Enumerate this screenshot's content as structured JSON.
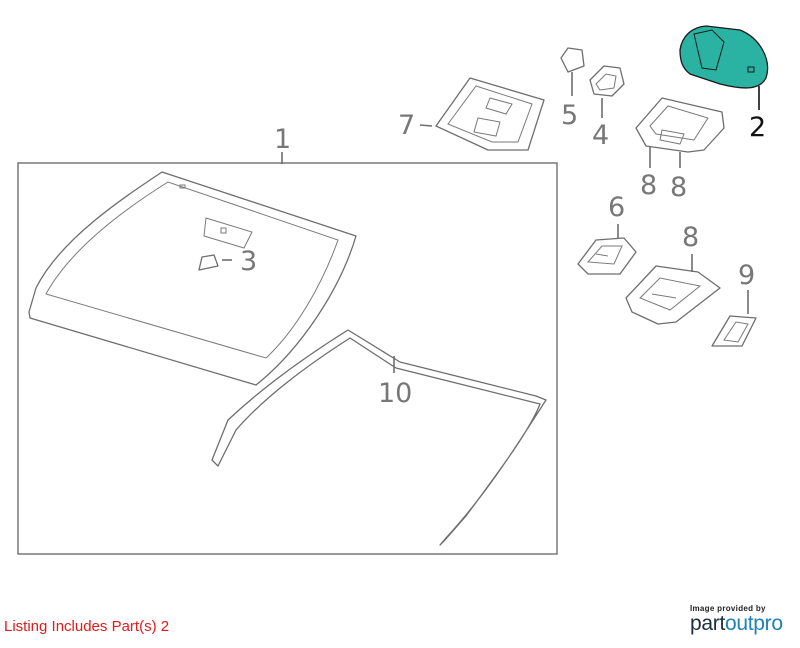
{
  "callouts": {
    "c1": "1",
    "c2": "2",
    "c3": "3",
    "c4": "4",
    "c5": "5",
    "c6": "6",
    "c7": "7",
    "c8a": "8",
    "c8b": "8",
    "c8c": "8",
    "c9": "9",
    "c10": "10"
  },
  "highlight": {
    "part": "2",
    "fill_color": "#2ab3a3",
    "label_color": "#111111"
  },
  "colors": {
    "line": "#6e6e6e",
    "callout": "#777777",
    "listing": "#e01b1b",
    "brand_dark": "#1f2e3d",
    "brand_blue": "#1f82b8"
  },
  "listing": {
    "text": "Listing Includes Part(s) 2"
  },
  "branding": {
    "small": "Image provided by",
    "part": "part",
    "outpro": "outpro"
  }
}
